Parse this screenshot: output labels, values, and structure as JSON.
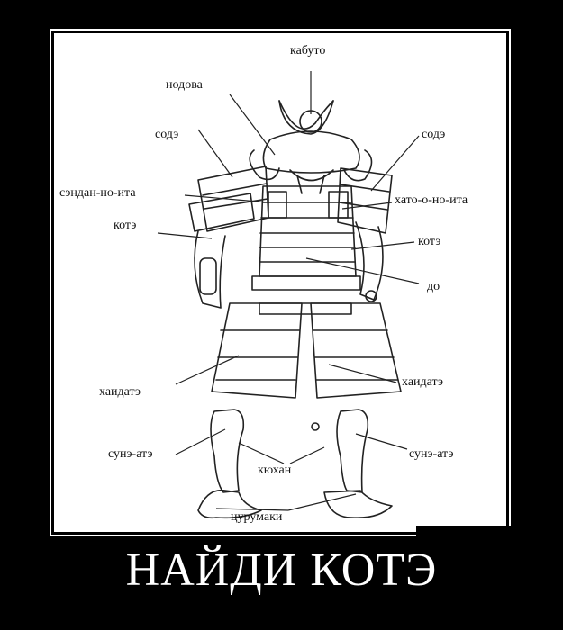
{
  "labels": {
    "kabuto": "кабуто",
    "nodova": "нодова",
    "sode_left": "содэ",
    "sode_right": "содэ",
    "sendan_no_ita": "сэндан-но-ита",
    "hato_o_no_ita": "хато-о-но-ита",
    "kote_left": "котэ",
    "kote_right": "котэ",
    "do": "до",
    "haidate_left": "хаидатэ",
    "haidate_right": "хаидатэ",
    "sune_ate_left": "сунэ-атэ",
    "sune_ate_right": "сунэ-атэ",
    "kyuhan": "кюхан",
    "tsurumaki": "цурумаки"
  },
  "caption": "НАЙДИ КОТЭ",
  "colors": {
    "background": "#000000",
    "panel": "#ffffff",
    "ink": "#111111",
    "caption": "#ffffff"
  }
}
